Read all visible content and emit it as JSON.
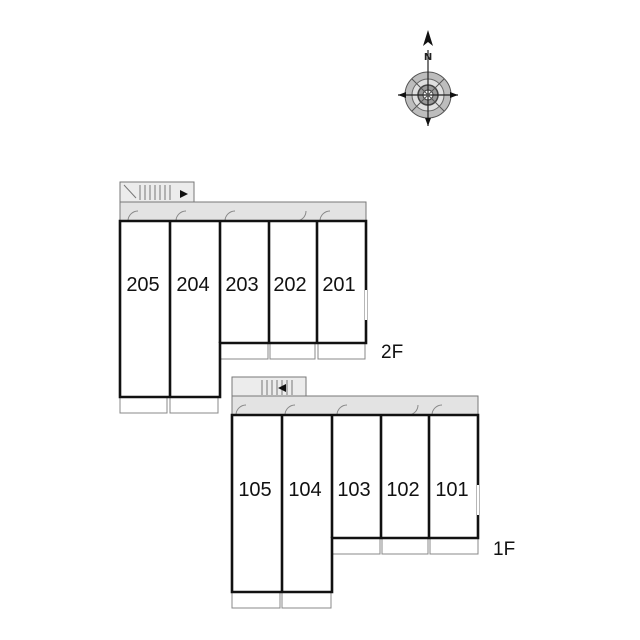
{
  "compass": {
    "letter": "N",
    "icon": "compass-rose-icon"
  },
  "floors": [
    {
      "label": "2F",
      "units": [
        "205",
        "204",
        "203",
        "202",
        "201"
      ]
    },
    {
      "label": "1F",
      "units": [
        "105",
        "104",
        "103",
        "102",
        "101"
      ]
    }
  ]
}
